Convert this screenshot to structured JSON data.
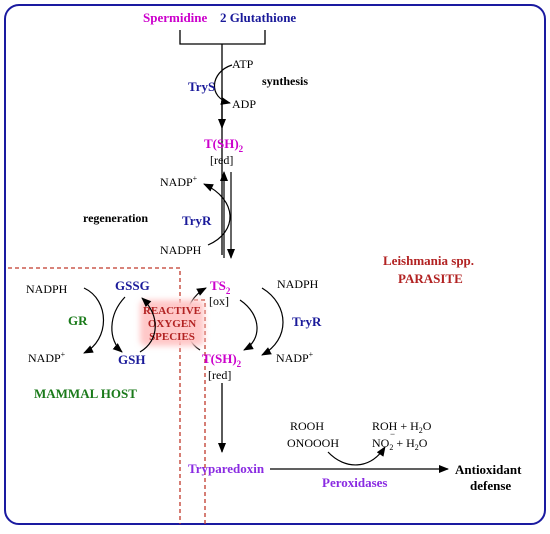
{
  "colors": {
    "magenta": "#cc00cc",
    "blue": "#1a1a9a",
    "violet": "#8a2be2",
    "green": "#1a7a1a",
    "red": "#b22222",
    "black": "#000000",
    "border": "#1a1aa0",
    "dashed": "#c0392b",
    "glow": "#ffc8c8"
  },
  "labels": {
    "spermidine": "Spermidine",
    "glutathione": "2 Glutathione",
    "atp": "ATP",
    "adp": "ADP",
    "trys": "TryS",
    "synthesis": "synthesis",
    "tsh2_top": "T(SH)",
    "sub2": "2",
    "red": "[red]",
    "nadp_plus": "NADP",
    "plus": "+",
    "regeneration": "regeneration",
    "tryr": "TryR",
    "nadph": "NADPH",
    "ts2": "TS",
    "ox": "[ox]",
    "gssg": "GSSG",
    "gr": "GR",
    "gsh": "GSH",
    "ros_line1": "REACTIVE",
    "ros_line2": "OXYGEN",
    "ros_line3": "SPECIES",
    "leishmania": "Leishmania spp.",
    "parasite": "PARASITE",
    "mammal_host": "MAMMAL HOST",
    "rooh": "ROOH",
    "onoooh": "ONOOOH",
    "roh_h2o": "ROH + H",
    "o": "O",
    "no": "NO",
    "h2o_plus": " + H",
    "tryparedoxin": "Tryparedoxin",
    "peroxidases": "Peroxidases",
    "antioxidant": "Antioxidant",
    "defense": "defense",
    "minus": "−"
  }
}
